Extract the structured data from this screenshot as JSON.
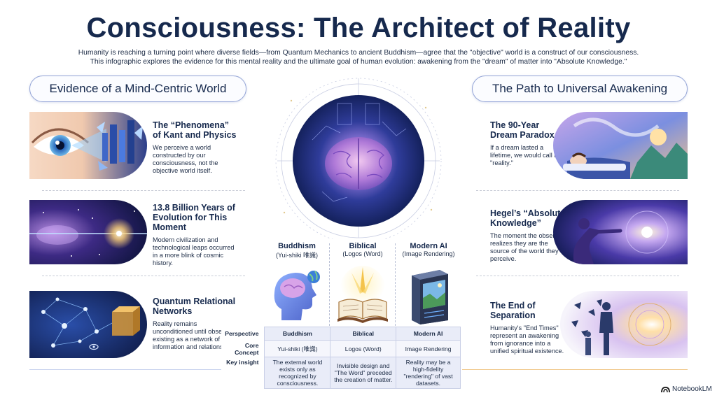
{
  "header": {
    "title": "Consciousness: The Architect of Reality",
    "intro_line1": "Humanity is reaching a turning point where diverse fields—from Quantum Mechanics to ancient Buddhism—agree that the \"objective\" world is a construct of our consciousness.",
    "intro_line2": "This infographic explores the evidence for this mental reality and the ultimate goal of human evolution: awakening from the \"dream\" of matter into \"Absolute Knowledge.\""
  },
  "left": {
    "section_title": "Evidence of a Mind-Centric World",
    "cards": [
      {
        "title": "The “Phenomena” of Kant and Physics",
        "text": "We perceive a world constructed by our consciousness, not the objective world itself."
      },
      {
        "title": "13.8 Billion Years of Evolution for This Moment",
        "text": "Modern civilization and technological leaps occurred in a more blink of cosmic history."
      },
      {
        "title": "Quantum Relational Networks",
        "text": "Reality remains unconditioned until observed, existing as a network of information and relationships."
      }
    ]
  },
  "right": {
    "section_title": "The Path to Universal Awakening",
    "cards": [
      {
        "title": "The 90-Year Dream Paradox",
        "text": "If a dream lasted a lifetime, we would call it \"reality.\""
      },
      {
        "title": "Hegel’s “Absolute Knowledge”",
        "text": "The moment the observer realizes they are the source of the world they perceive."
      },
      {
        "title": "The End of Separation",
        "text": "Humanity's \"End Times\" represent an awakening from ignorance into a unified spiritual existence."
      }
    ]
  },
  "center": {
    "columns": [
      {
        "title": "Buddhism",
        "subtitle": "(Yui-shiki 唯識)"
      },
      {
        "title": "Biblical",
        "subtitle": "(Logos (Word)"
      },
      {
        "title": "Modern AI",
        "subtitle": "(Image Rendering)"
      }
    ],
    "table": {
      "row_labels": [
        "Perspective",
        "Core Concept",
        "Key insight"
      ],
      "perspective": [
        "Buddhism",
        "Biblical",
        "Modern AI"
      ],
      "core_concept": [
        "Yui-shiki (唯識)",
        "Logos (Word)",
        "Image Rendering"
      ],
      "key_insight": [
        "The external world exists only as recognized by consciousness.",
        "Invisible design and \"The Word\" preceded the creation of matter.",
        "Reality may be a high-fidelity \"rendering\" of vast datasets."
      ]
    }
  },
  "footer": {
    "brand": "NotebookLM"
  },
  "colors": {
    "navy": "#16294d",
    "pill_border": "#93a4d6",
    "accent_purple": "#7b5cc8"
  }
}
